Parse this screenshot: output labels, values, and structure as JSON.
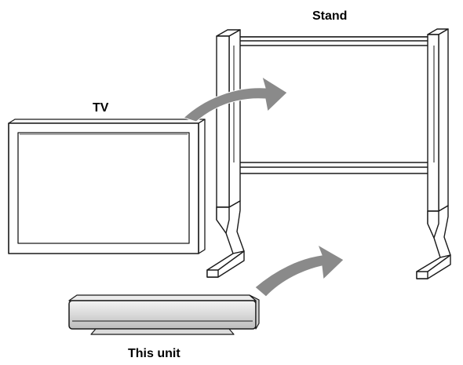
{
  "labels": {
    "stand": "Stand",
    "tv": "TV",
    "unit": "This unit"
  },
  "colors": {
    "line": "#1a1a1a",
    "tv_bezel": "#ffffff",
    "arrow_fill": "#8a8a8a",
    "unit_body": "#e2e2e2",
    "background": "#ffffff"
  }
}
